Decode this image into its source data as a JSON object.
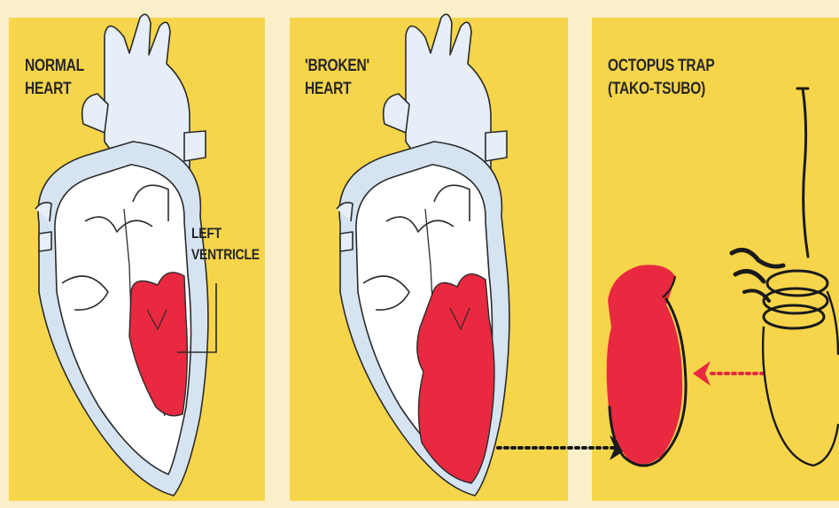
{
  "panels": {
    "normal": {
      "title_line1": "NORMAL",
      "title_line2": "HEART"
    },
    "broken": {
      "title_line1": "'BROKEN'",
      "title_line2": "HEART"
    },
    "trap": {
      "title_line1": "OCTOPUS TRAP",
      "title_line2": "(TAKO-TSUBO)"
    }
  },
  "annotation": {
    "line1": "LEFT",
    "line2": "VENTRICLE"
  },
  "colors": {
    "panel": "#F7D54A",
    "background": "#FAEFC8",
    "ventricle": "#E8293F",
    "heart_outline": "#D6E4F2",
    "arrow_black": "#1A1A1A",
    "arrow_red": "#E8293F"
  }
}
